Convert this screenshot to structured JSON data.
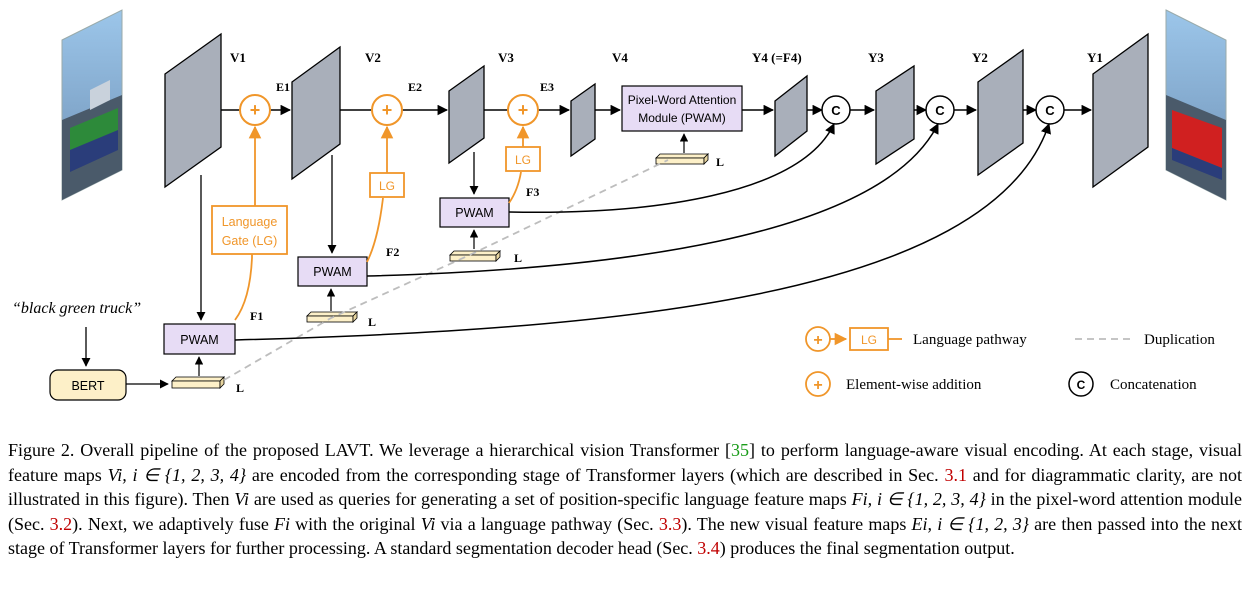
{
  "diagram": {
    "stage_labels": {
      "v1": "V1",
      "v2": "V2",
      "v3": "V3",
      "v4": "V4",
      "e1": "E1",
      "e2": "E2",
      "e3": "E3",
      "f1": "F1",
      "f2": "F2",
      "f3": "F3",
      "y4": "Y4 (=F4)",
      "y3": "Y3",
      "y2": "Y2",
      "y1": "Y1"
    },
    "pwam_label": "PWAM",
    "pwam_big_line1": "Pixel-Word Attention",
    "pwam_big_line2": "Module (PWAM)",
    "lg_label": "LG",
    "lang_gate_line1": "Language",
    "lang_gate_line2": "Gate (LG)",
    "bert_label": "BERT",
    "query_text": "“black green truck”",
    "l_label": "L",
    "plus_symbol": "+",
    "concat_symbol": "C",
    "legend": {
      "language_pathway": "Language pathway",
      "duplication": "Duplication",
      "elementwise_addition": "Element-wise addition",
      "concatenation": "Concatenation"
    },
    "colors": {
      "orange": "#f0962a",
      "pwam_fill": "#e7dcf5",
      "bert_fill": "#fdf0c8",
      "feature_fill": "#a9afba",
      "dashed": "#bdbdbd"
    }
  },
  "caption": {
    "label": "Figure 2.",
    "seg1": " Overall pipeline of the proposed LAVT. We leverage a hierarchical vision Transformer [",
    "ref35": "35",
    "seg2": "] to perform language-aware visual encoding. At each stage, visual feature maps ",
    "vi_set": "Vi, i ∈ {1, 2, 3, 4}",
    "seg3": " are encoded from the corresponding stage of Transformer layers (which are described in Sec. ",
    "sec31": "3.1",
    "seg4": " and for diagrammatic clarity, are not illustrated in this figure). Then ",
    "vi": "Vi",
    "seg5": " are used as queries for generating a set of position-specific language feature maps ",
    "fi_set": "Fi, i ∈ {1, 2, 3, 4}",
    "seg6": " in the pixel-word attention module (Sec. ",
    "sec32": "3.2",
    "seg7": "). Next, we adaptively fuse ",
    "fi": "Fi",
    "seg8": " with the original ",
    "vi2": "Vi",
    "seg9": " via a language pathway (Sec. ",
    "sec33": "3.3",
    "seg10": "). The new visual feature maps ",
    "ei_set": "Ei, i ∈ {1, 2, 3}",
    "seg11": " are then passed into the next stage of Transformer layers for further processing. A standard segmentation decoder head (Sec. ",
    "sec34": "3.4",
    "seg12": ") produces the final segmentation output."
  }
}
